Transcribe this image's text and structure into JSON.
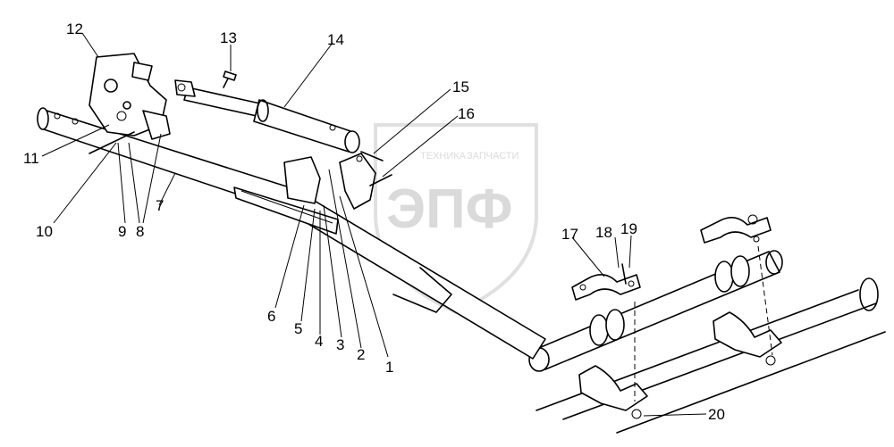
{
  "watermark": {
    "top_left": "ТЕХНИКА",
    "top_right": "ЗАПЧАСТИ",
    "letters": "ЭПФ"
  },
  "callouts": [
    "1",
    "2",
    "3",
    "4",
    "5",
    "6",
    "7",
    "8",
    "9",
    "10",
    "11",
    "12",
    "13",
    "14",
    "15",
    "16",
    "17",
    "18",
    "19",
    "20"
  ]
}
